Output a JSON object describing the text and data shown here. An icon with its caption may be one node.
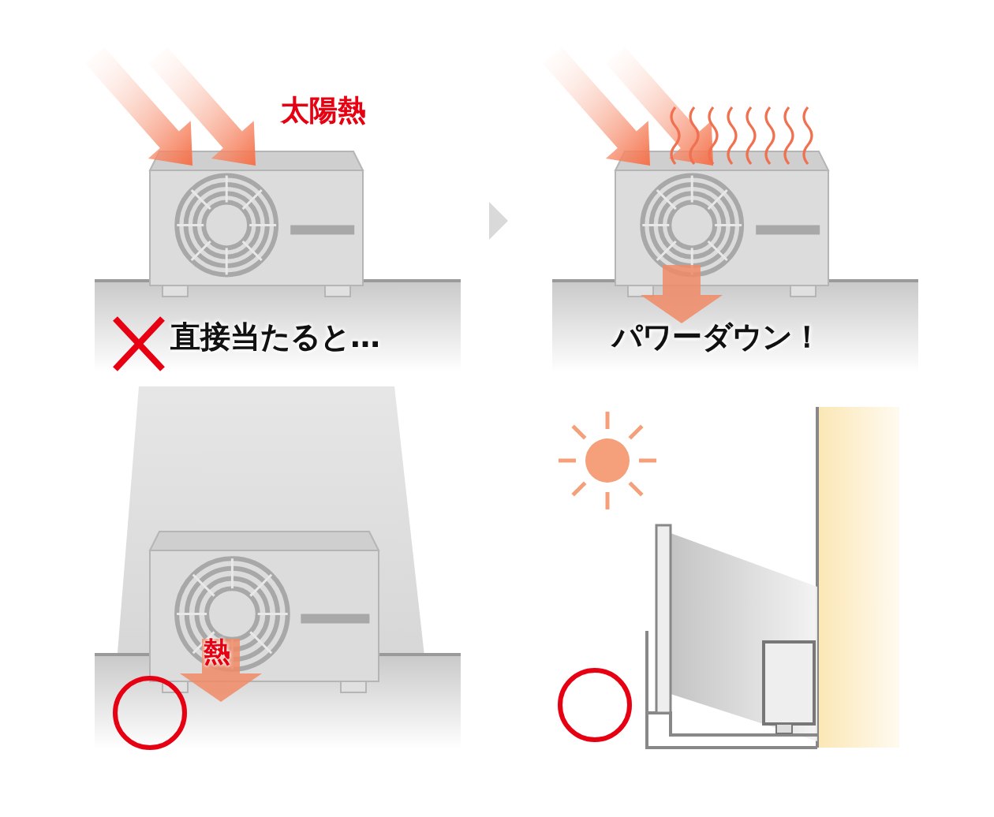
{
  "diagram": {
    "labels": [
      "太陽熱",
      "直接当たると…",
      "パワーダウン！",
      "熱"
    ]
  }
}
